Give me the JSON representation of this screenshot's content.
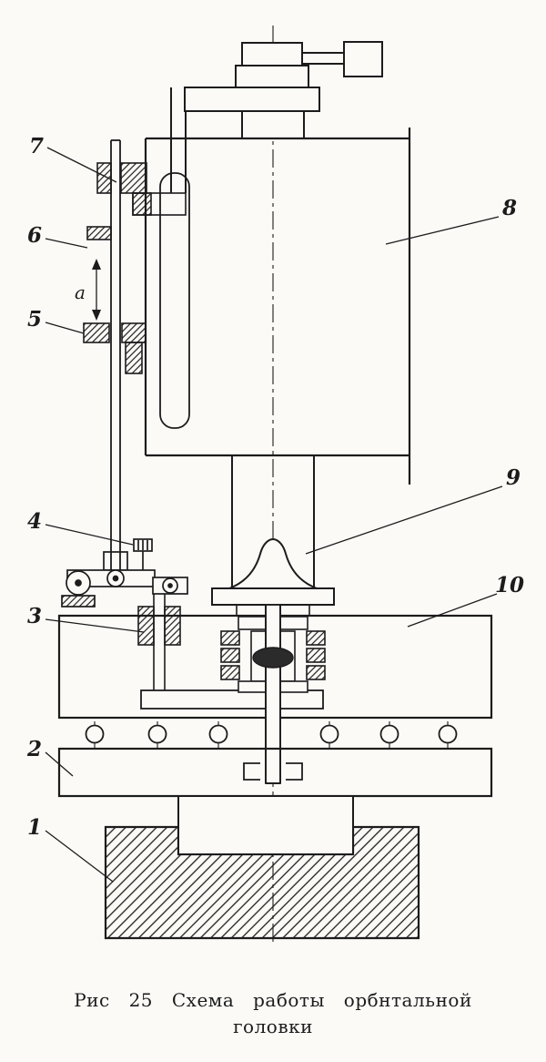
{
  "figure": {
    "type": "technical-diagram",
    "subject": "orbital head mechanism schematic",
    "caption": {
      "line1": "Рис 25 Схема работы орбнтальной",
      "line2": "головки"
    },
    "colors": {
      "paper": "#fbfaf7",
      "ink": "#1c1c1c"
    }
  },
  "labels": {
    "part1": "1",
    "part2": "2",
    "part3": "3",
    "part4": "4",
    "part5": "5",
    "part6": "6",
    "part7": "7",
    "part8": "8",
    "part9": "9",
    "part10": "10",
    "dim_a": "a"
  }
}
